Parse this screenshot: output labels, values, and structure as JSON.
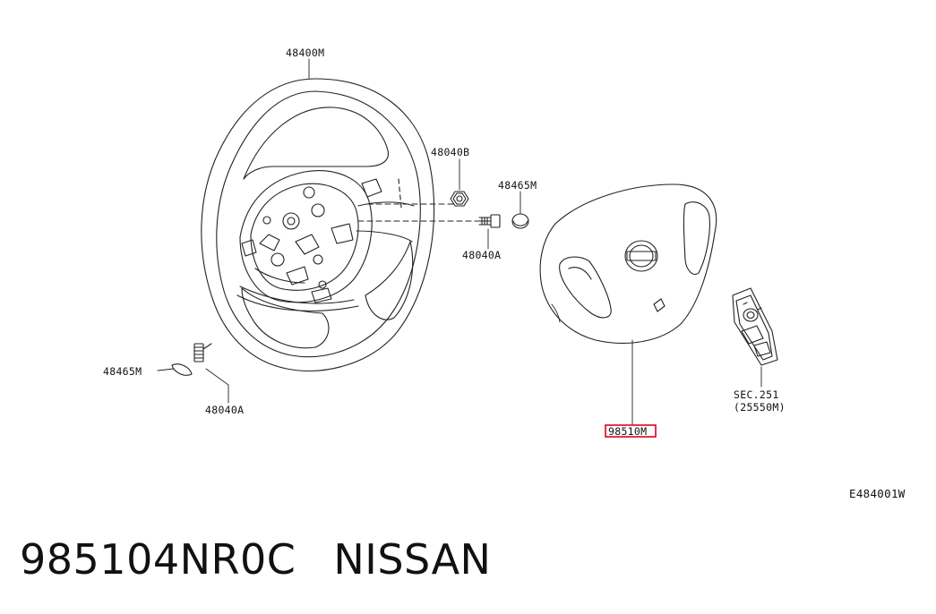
{
  "labels": {
    "wheel": "48400M",
    "nut": "48040B",
    "cap_right": "48465M",
    "bolt_right": "48040A",
    "cap_left": "48465M",
    "bolt_left": "48040A",
    "airbag": "98510M",
    "section": "SEC.251",
    "section_ref": "(25550M)",
    "figure_code": "E484001W"
  },
  "highlight_color": "#e0001b",
  "caption": {
    "part_number": "985104NR0C",
    "brand": "NISSAN"
  }
}
